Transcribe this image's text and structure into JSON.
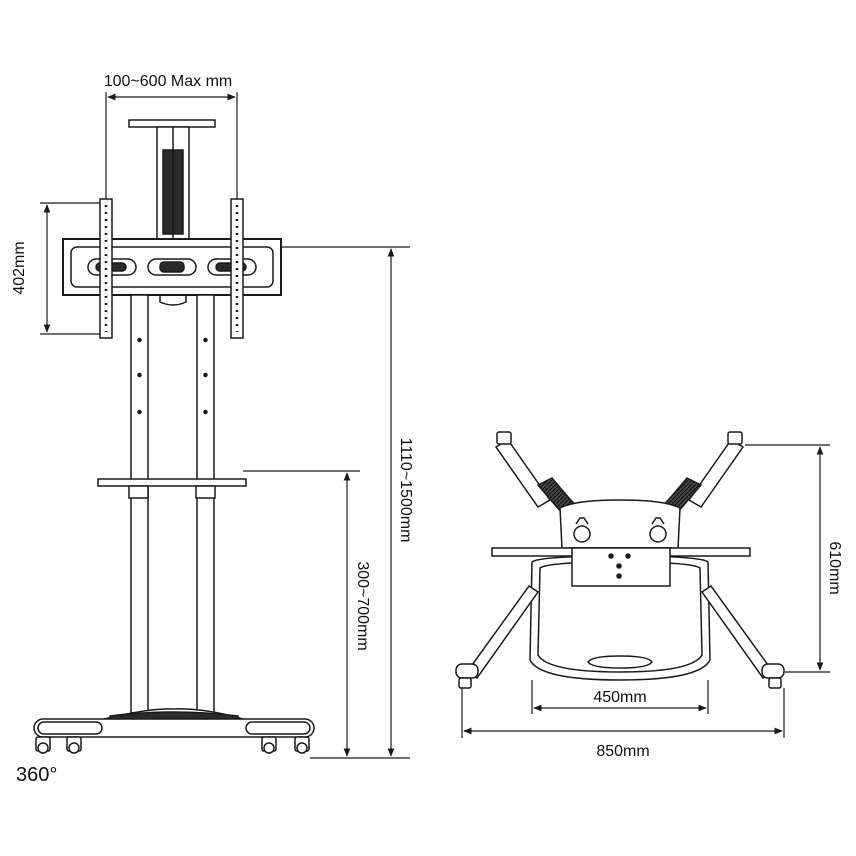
{
  "dimensions": {
    "vesa_width": "100~600 Max mm",
    "vesa_height": "402mm",
    "total_height": "1110~1500mm",
    "shelf_height": "300~700mm",
    "base_depth": "610mm",
    "inner_width": "450mm",
    "outer_width": "850mm"
  },
  "rotation_note": "360°",
  "colors": {
    "line": "#1a1a1a",
    "background": "#ffffff",
    "accent_fill": "#2b2b2b"
  }
}
